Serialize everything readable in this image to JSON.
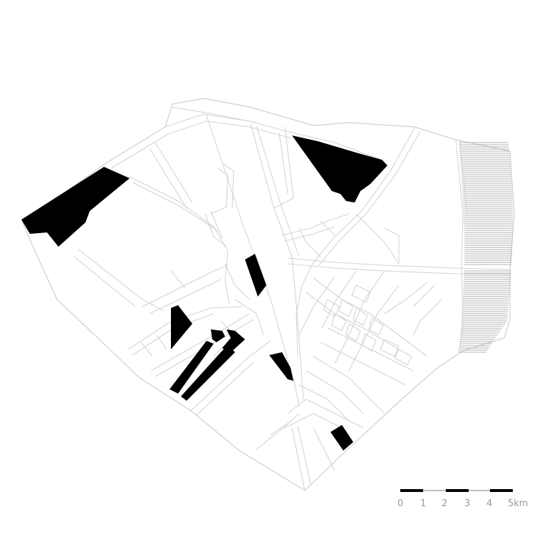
{
  "map": {
    "colors": {
      "highlight_block": "#000000",
      "street_outline": "#d4d4d4",
      "background": "#ffffff",
      "hatch": "#9a9a9a"
    },
    "scale_bar": {
      "labels": [
        "0",
        "1",
        "2",
        "3",
        "4",
        "5km"
      ]
    }
  }
}
